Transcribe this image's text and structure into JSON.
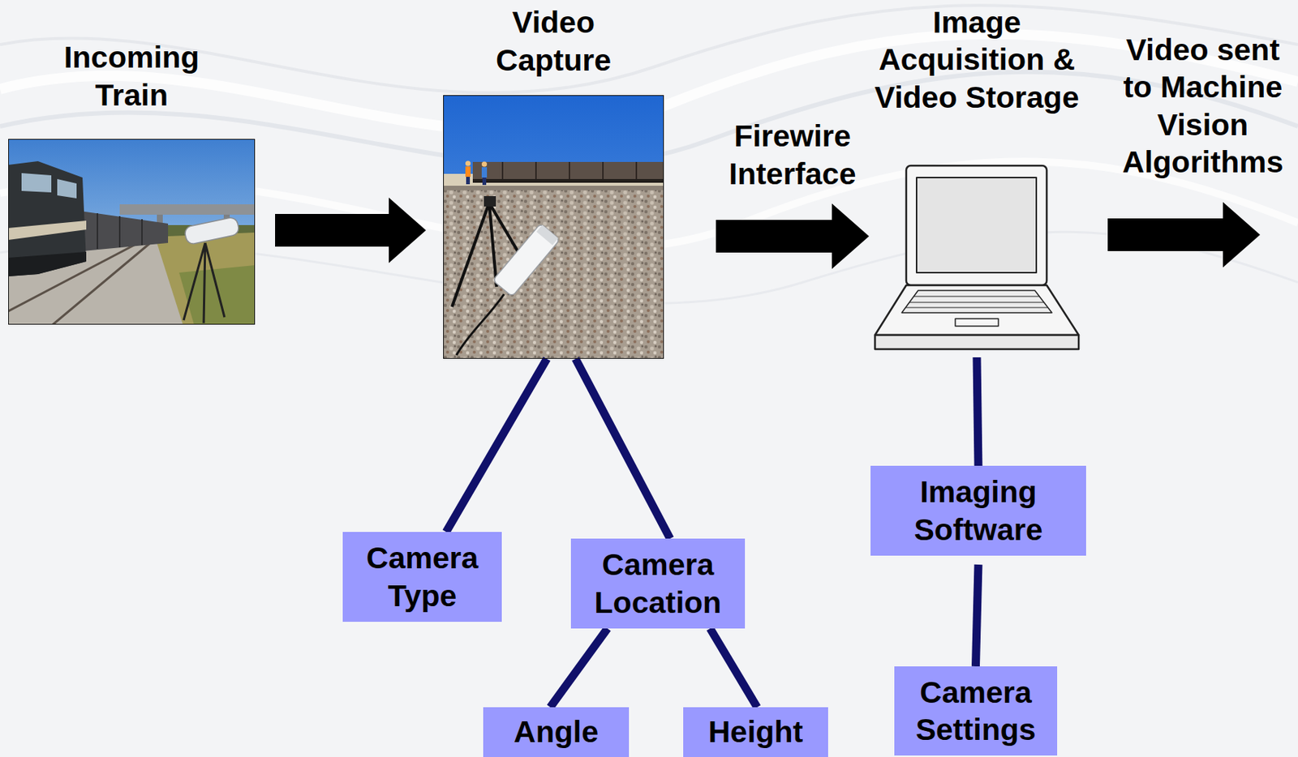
{
  "diagram": {
    "nodes": [
      {
        "text": [
          "Incoming Train"
        ]
      },
      {
        "text": [
          "Video Capture"
        ]
      },
      {
        "text": [
          "Image Acquisition & Video Storage"
        ]
      },
      {
        "text": [
          "Camera Type"
        ]
      },
      {
        "text": [
          "Camera Location"
        ]
      },
      {
        "text": [
          "Angle"
        ]
      },
      {
        "text": [
          "Height"
        ]
      },
      {
        "text": [
          "Imaging Software"
        ]
      },
      {
        "text": [
          "Camera Settings"
        ]
      }
    ],
    "edges": [
      {
        "from": 0,
        "to": 1,
        "arrow": "to"
      },
      {
        "from": 1,
        "to": 2,
        "label": "Firewire Interface",
        "arrow": "to"
      },
      {
        "from": 1,
        "to": 3,
        "arrow": "none"
      },
      {
        "from": 1,
        "to": 4,
        "arrow": "none"
      },
      {
        "from": 4,
        "to": 5,
        "arrow": "none"
      },
      {
        "from": 4,
        "to": 6,
        "arrow": "none"
      },
      {
        "from": 2,
        "to": 7,
        "arrow": "none"
      },
      {
        "from": 7,
        "to": 8,
        "arrow": "none"
      }
    ],
    "labels": [
      "Video sent to Machine Vision Algorithms"
    ]
  }
}
